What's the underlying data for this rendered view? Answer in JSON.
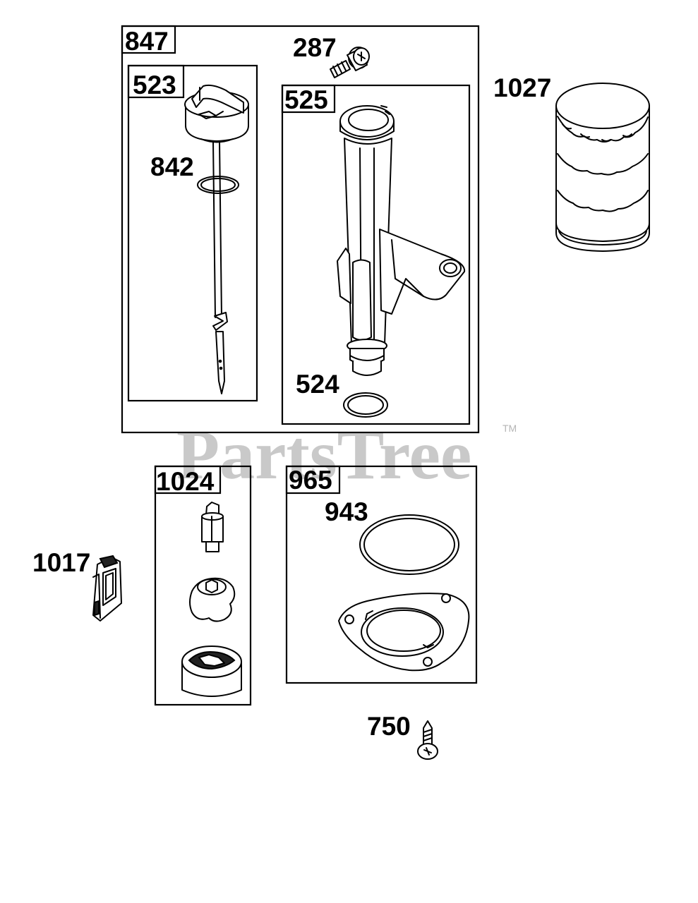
{
  "watermark": {
    "text": "PartsTree",
    "tm": "TM"
  },
  "kits": [
    {
      "id": "kit-847",
      "number": "847"
    },
    {
      "id": "kit-523",
      "number": "523"
    },
    {
      "id": "kit-525",
      "number": "525"
    },
    {
      "id": "kit-1024",
      "number": "1024"
    },
    {
      "id": "kit-965",
      "number": "965"
    }
  ],
  "parts": [
    {
      "id": "part-287",
      "number": "287",
      "name": "screw-icon"
    },
    {
      "id": "part-842",
      "number": "842",
      "name": "o-ring-icon"
    },
    {
      "id": "part-524",
      "number": "524",
      "name": "seal-ring-icon"
    },
    {
      "id": "part-1027",
      "number": "1027",
      "name": "oil-filter-icon"
    },
    {
      "id": "part-1017",
      "number": "1017",
      "name": "pump-screen-icon"
    },
    {
      "id": "part-943",
      "number": "943",
      "name": "gasket-icon"
    },
    {
      "id": "part-750",
      "number": "750",
      "name": "screw-icon"
    }
  ]
}
